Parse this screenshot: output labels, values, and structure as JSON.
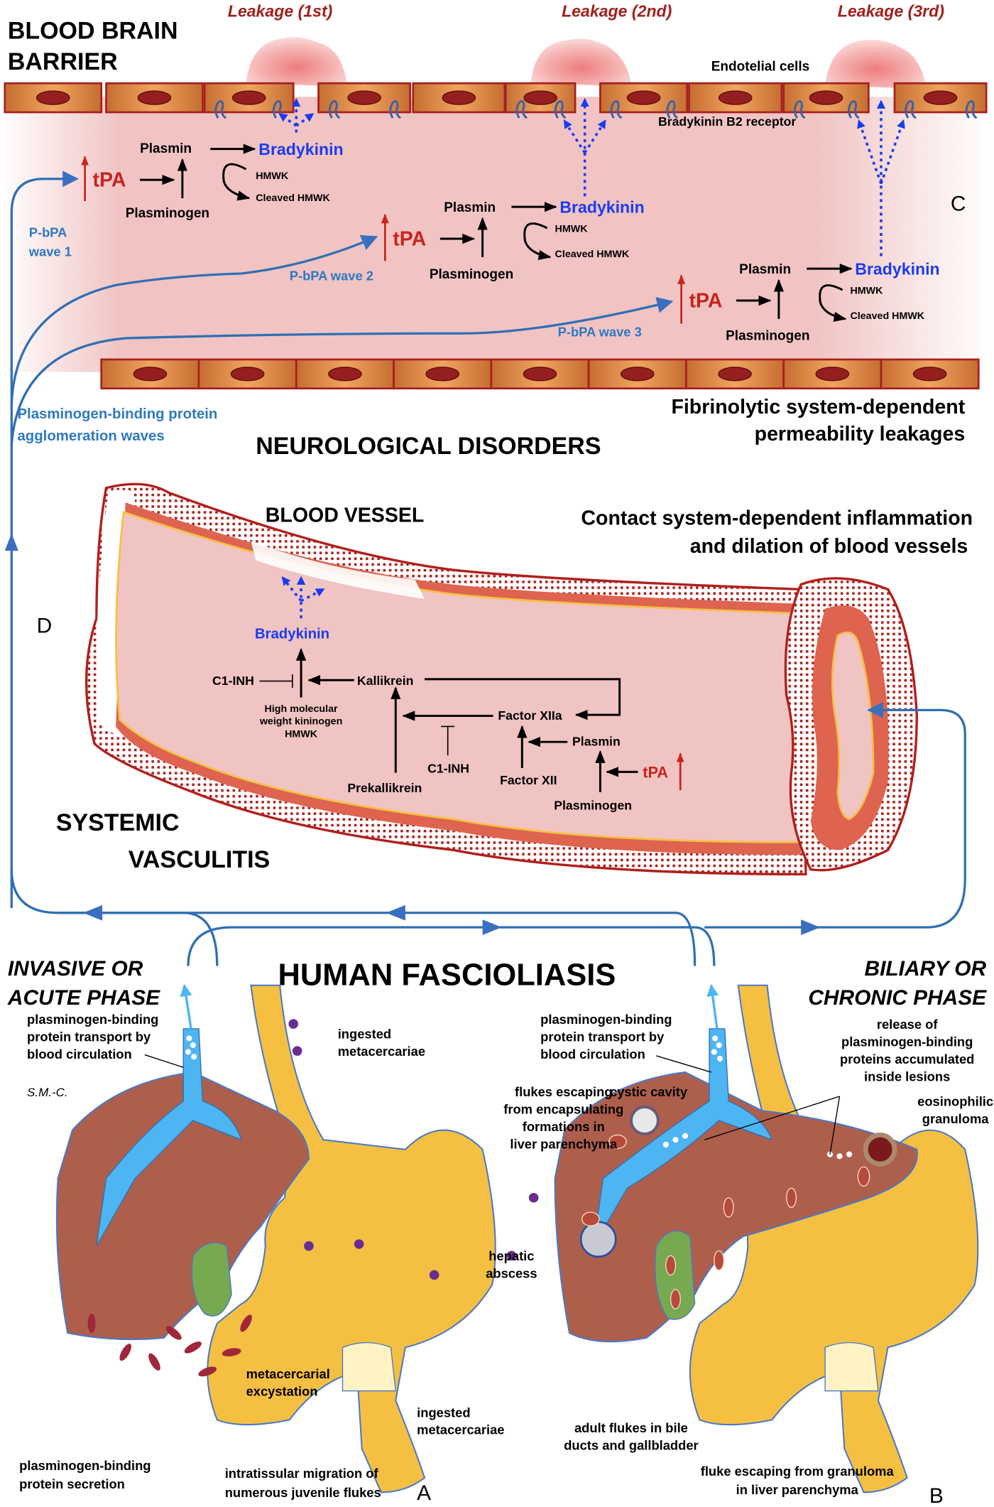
{
  "panel_c": {
    "title_line1": "BLOOD BRAIN",
    "title_line2": "BARRIER",
    "leakages": [
      "Leakage (1st)",
      "Leakage (2nd)",
      "Leakage (3rd)"
    ],
    "endothelial_label": "Endotelial cells",
    "receptor_label": "Bradykinin B2 receptor",
    "panel_letter": "C",
    "waves": [
      {
        "tpa": "tPA",
        "plasmin": "Plasmin",
        "plasminogen": "Plasminogen",
        "bradykinin": "Bradykinin",
        "hmwk": "HMWK",
        "cleaved": "Cleaved HMWK",
        "wave_label_1": "P-bPA",
        "wave_label_2": "wave 1"
      },
      {
        "tpa": "tPA",
        "plasmin": "Plasmin",
        "plasminogen": "Plasminogen",
        "bradykinin": "Bradykinin",
        "hmwk": "HMWK",
        "cleaved": "Cleaved HMWK",
        "wave_label": "P-bPA wave 2"
      },
      {
        "tpa": "tPA",
        "plasmin": "Plasmin",
        "plasminogen": "Plasminogen",
        "bradykinin": "Bradykinin",
        "hmwk": "HMWK",
        "cleaved": "Cleaved HMWK",
        "wave_label": "P-bPA wave 3"
      }
    ],
    "agglomeration_line1": "Plasminogen-binding protein",
    "agglomeration_line2": "agglomeration waves",
    "caption_line1": "Fibrinolytic system-dependent",
    "caption_line2": "permeability leakages",
    "disorder_title": "NEUROLOGICAL DISORDERS"
  },
  "panel_d": {
    "vessel_title": "BLOOD VESSEL",
    "caption_line1": "Contact system-dependent inflammation",
    "caption_line2": "and dilation of blood vessels",
    "panel_letter": "D",
    "bradykinin": "Bradykinin",
    "c1inh_1": "C1-INH",
    "kallikrein": "Kallikrein",
    "hmwk_line1": "High molecular",
    "hmwk_line2": "weight kininogen",
    "hmwk_line3": "HMWK",
    "factor_xiia": "Factor XIIa",
    "c1inh_2": "C1-INH",
    "plasmin": "Plasmin",
    "factor_xii": "Factor XII",
    "prekallikrein": "Prekallikrein",
    "tpa": "tPA",
    "plasminogen": "Plasminogen",
    "disorder_line1": "SYSTEMIC",
    "disorder_line2": "VASCULITIS"
  },
  "panel_a": {
    "phase_line1": "INVASIVE OR",
    "phase_line2": "ACUTE PHASE",
    "transport": [
      "plasminogen-binding",
      "protein transport by",
      "blood circulation"
    ],
    "ingested_top": [
      "ingested",
      "metacercariae"
    ],
    "signature": "S.M.-C.",
    "excystation": [
      "metacercarial",
      "excystation"
    ],
    "ingested_bottom": [
      "ingested",
      "metacercariae"
    ],
    "secretion": [
      "plasminogen-binding",
      "protein secretion"
    ],
    "migration": [
      "intratissular migration of",
      "numerous juvenile flukes"
    ],
    "panel_letter": "A"
  },
  "main_title": "HUMAN FASCIOLIASIS",
  "panel_b": {
    "phase_line1": "BILIARY OR",
    "phase_line2": "CHRONIC PHASE",
    "transport": [
      "plasminogen-binding",
      "protein transport by",
      "blood circulation"
    ],
    "release": [
      "release of",
      "plasminogen-binding",
      "proteins accumulated",
      "inside lesions"
    ],
    "cystic": "cystic cavity",
    "escaping": [
      "flukes escaping",
      "from encapsulating",
      "formations in",
      "liver parenchyma"
    ],
    "eosinophilic": [
      "eosinophilic",
      "granuloma"
    ],
    "abscess": [
      "hepatic",
      "abscess"
    ],
    "adult": [
      "adult flukes in bile",
      "ducts and gallbladder"
    ],
    "fluke_escaping": [
      "fluke escaping from granuloma",
      "in liver parenchyma"
    ],
    "panel_letter": "B"
  },
  "colors": {
    "tpa_red": "#c8241e",
    "bradykinin_blue": "#1a3cf0",
    "flow_blue": "#2f6fb5",
    "liver_brown": "#ad5f4c",
    "intestine_yellow": "#f5c042",
    "vessel_blue": "#4db5f2",
    "gallbladder_green": "#77a950",
    "vessel_wall": "#de6450",
    "lumen_pink": "#f0c4c2"
  }
}
